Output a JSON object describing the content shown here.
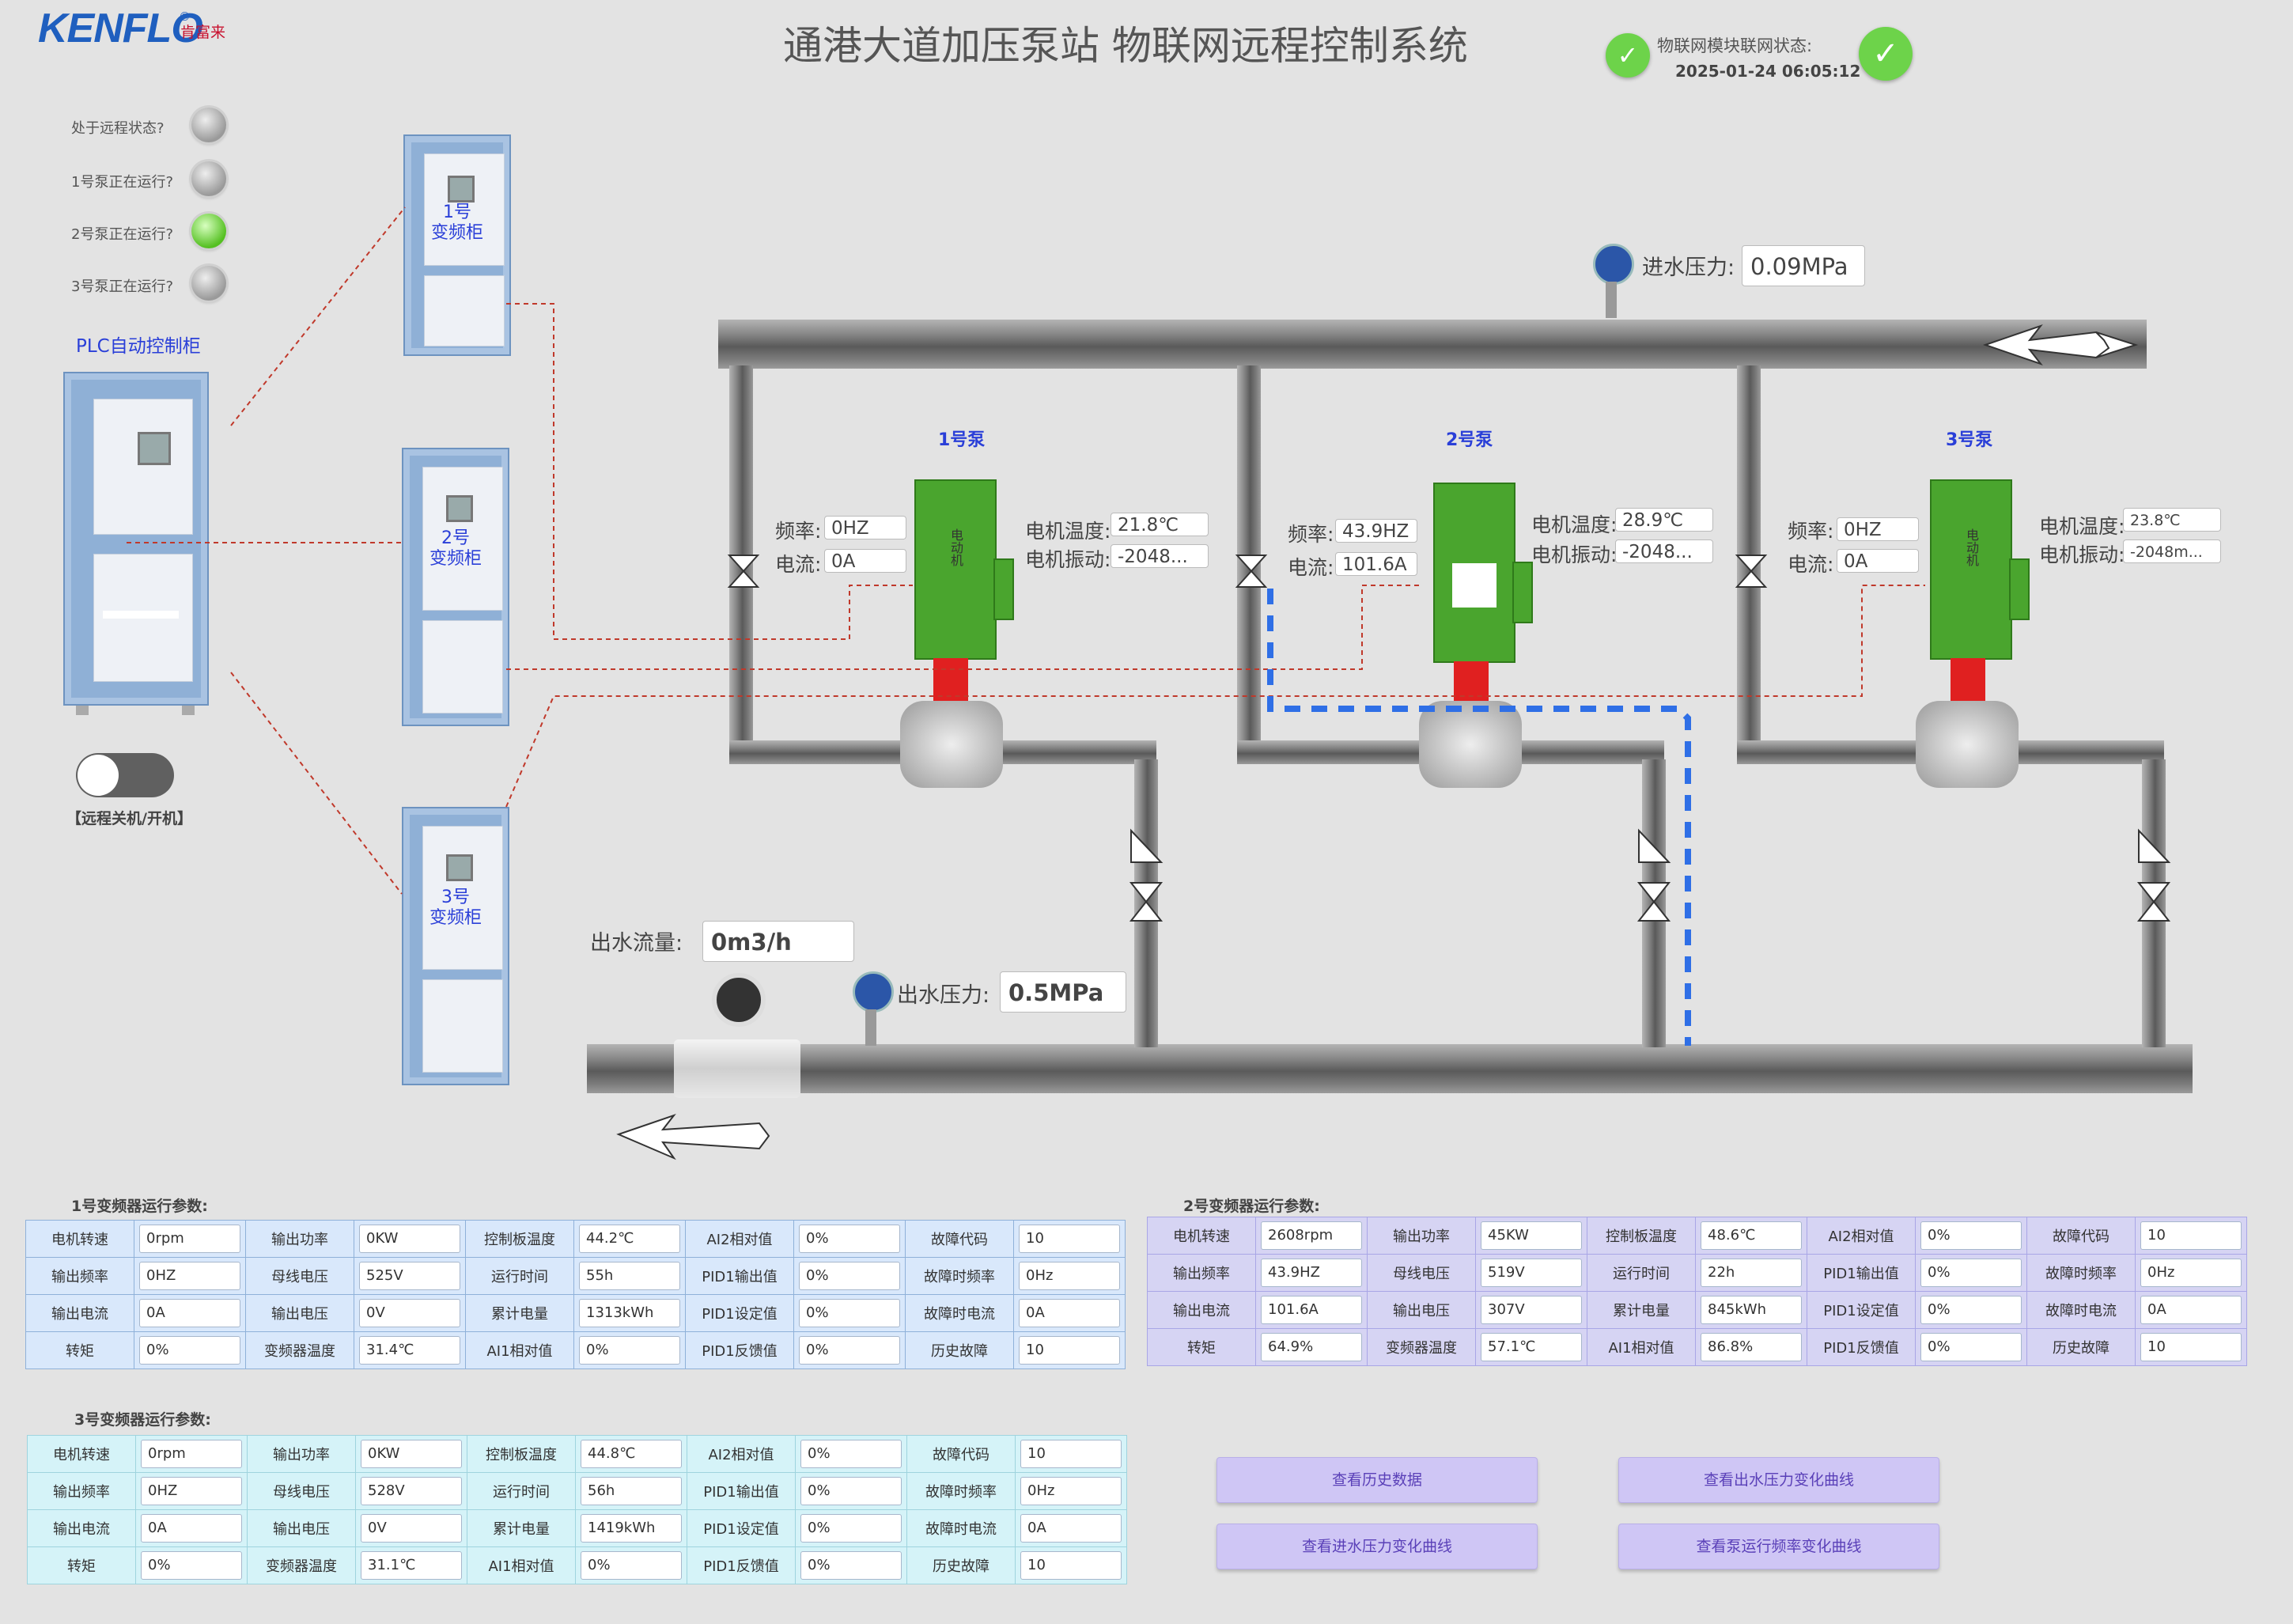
{
  "header": {
    "brand": "KENFLO",
    "brand_sub": "肯富来",
    "brand_reg": "®",
    "title": "通港大道加压泵站 物联网远程控制系统",
    "iot_status_label": "物联网模块联网状态:",
    "timestamp": "2025-01-24 06:05:12",
    "status_ok_icon": "✓"
  },
  "status_panel": {
    "items": [
      {
        "label": "处于远程状态?",
        "on": false
      },
      {
        "label": "1号泵正在运行?",
        "on": false
      },
      {
        "label": "2号泵正在运行?",
        "on": true
      },
      {
        "label": "3号泵正在运行?",
        "on": false
      }
    ],
    "plc_label": "PLC自动控制柜",
    "toggle_label": "【远程关机/开机】"
  },
  "vfd_cabinets": [
    {
      "num": "1号",
      "name": "变频柜"
    },
    {
      "num": "2号",
      "name": "变频柜"
    },
    {
      "num": "3号",
      "name": "变频柜"
    }
  ],
  "inlet": {
    "label": "进水压力:",
    "value": "0.09MPa"
  },
  "outlet": {
    "flow_label": "出水流量:",
    "flow_value": "0m3/h",
    "pressure_label": "出水压力:",
    "pressure_value": "0.5MPa"
  },
  "pumps": [
    {
      "title": "1号泵",
      "freq_label": "频率:",
      "freq": "0HZ",
      "current_label": "电流:",
      "current": "0A",
      "temp_label": "电机温度:",
      "temp": "21.8℃",
      "vib_label": "电机振动:",
      "vib": "-2048...",
      "motor_text": "电动机"
    },
    {
      "title": "2号泵",
      "freq_label": "频率:",
      "freq": "43.9HZ",
      "current_label": "电流:",
      "current": "101.6A",
      "temp_label": "电机温度:",
      "temp": "28.9℃",
      "vib_label": "电机振动:",
      "vib": "-2048...",
      "motor_text": ""
    },
    {
      "title": "3号泵",
      "freq_label": "频率:",
      "freq": "0HZ",
      "current_label": "电流:",
      "current": "0A",
      "temp_label": "电机温度:",
      "temp": "23.8℃",
      "vib_label": "电机振动:",
      "vib": "-2048m...",
      "motor_text": "电动机"
    }
  ],
  "tables": {
    "t1": {
      "title": "1号变频器运行参数:",
      "rows": [
        [
          [
            "电机转速",
            "0rpm"
          ],
          [
            "输出功率",
            "0KW"
          ],
          [
            "控制板温度",
            "44.2℃"
          ],
          [
            "AI2相对值",
            "0%"
          ],
          [
            "故障代码",
            "10"
          ]
        ],
        [
          [
            "输出频率",
            "0HZ"
          ],
          [
            "母线电压",
            "525V"
          ],
          [
            "运行时间",
            "55h"
          ],
          [
            "PID1输出值",
            "0%"
          ],
          [
            "故障时频率",
            "0Hz"
          ]
        ],
        [
          [
            "输出电流",
            "0A"
          ],
          [
            "输出电压",
            "0V"
          ],
          [
            "累计电量",
            "1313kWh"
          ],
          [
            "PID1设定值",
            "0%"
          ],
          [
            "故障时电流",
            "0A"
          ]
        ],
        [
          [
            "转矩",
            "0%"
          ],
          [
            "变频器温度",
            "31.4℃"
          ],
          [
            "AI1相对值",
            "0%"
          ],
          [
            "PID1反馈值",
            "0%"
          ],
          [
            "历史故障",
            "10"
          ]
        ]
      ]
    },
    "t2": {
      "title": "2号变频器运行参数:",
      "rows": [
        [
          [
            "电机转速",
            "2608rpm"
          ],
          [
            "输出功率",
            "45KW"
          ],
          [
            "控制板温度",
            "48.6℃"
          ],
          [
            "AI2相对值",
            "0%"
          ],
          [
            "故障代码",
            "10"
          ]
        ],
        [
          [
            "输出频率",
            "43.9HZ"
          ],
          [
            "母线电压",
            "519V"
          ],
          [
            "运行时间",
            "22h"
          ],
          [
            "PID1输出值",
            "0%"
          ],
          [
            "故障时频率",
            "0Hz"
          ]
        ],
        [
          [
            "输出电流",
            "101.6A"
          ],
          [
            "输出电压",
            "307V"
          ],
          [
            "累计电量",
            "845kWh"
          ],
          [
            "PID1设定值",
            "0%"
          ],
          [
            "故障时电流",
            "0A"
          ]
        ],
        [
          [
            "转矩",
            "64.9%"
          ],
          [
            "变频器温度",
            "57.1℃"
          ],
          [
            "AI1相对值",
            "86.8%"
          ],
          [
            "PID1反馈值",
            "0%"
          ],
          [
            "历史故障",
            "10"
          ]
        ]
      ]
    },
    "t3": {
      "title": "3号变频器运行参数:",
      "rows": [
        [
          [
            "电机转速",
            "0rpm"
          ],
          [
            "输出功率",
            "0KW"
          ],
          [
            "控制板温度",
            "44.8℃"
          ],
          [
            "AI2相对值",
            "0%"
          ],
          [
            "故障代码",
            "10"
          ]
        ],
        [
          [
            "输出频率",
            "0HZ"
          ],
          [
            "母线电压",
            "528V"
          ],
          [
            "运行时间",
            "56h"
          ],
          [
            "PID1输出值",
            "0%"
          ],
          [
            "故障时频率",
            "0Hz"
          ]
        ],
        [
          [
            "输出电流",
            "0A"
          ],
          [
            "输出电压",
            "0V"
          ],
          [
            "累计电量",
            "1419kWh"
          ],
          [
            "PID1设定值",
            "0%"
          ],
          [
            "故障时电流",
            "0A"
          ]
        ],
        [
          [
            "转矩",
            "0%"
          ],
          [
            "变频器温度",
            "31.1℃"
          ],
          [
            "AI1相对值",
            "0%"
          ],
          [
            "PID1反馈值",
            "0%"
          ],
          [
            "历史故障",
            "10"
          ]
        ]
      ]
    }
  },
  "buttons": {
    "history": "查看历史数据",
    "outlet_curve": "查看出水压力变化曲线",
    "inlet_curve": "查看进水压力变化曲线",
    "freq_curve": "查看泵运行频率变化曲线"
  },
  "colors": {
    "ok_green": "#6dd34a",
    "pump_running_flow": "#2f6fe6",
    "motor_green": "#4aa52e",
    "link_red": "#c0392b"
  }
}
